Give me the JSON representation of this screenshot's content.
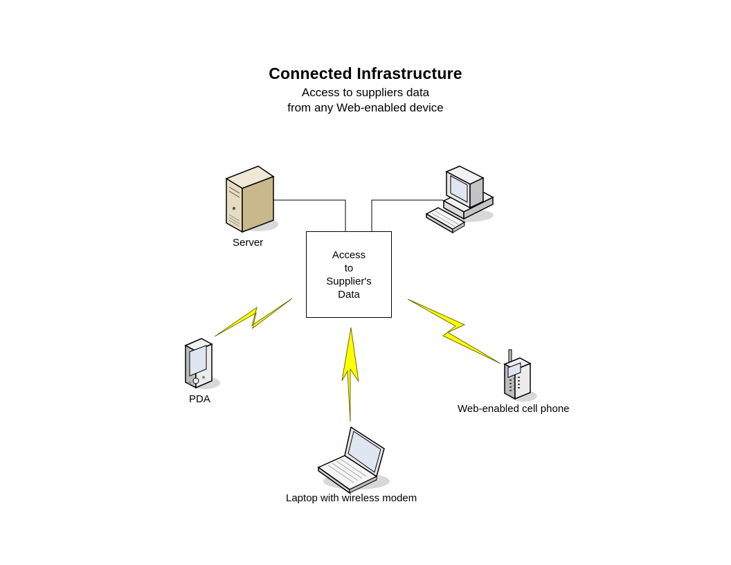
{
  "title": "Connected Infrastructure",
  "subtitle": {
    "line1": "Access to suppliers data",
    "line2": "from any Web-enabled device"
  },
  "hub": {
    "lines": [
      "Access",
      "to",
      "Supplier's",
      "Data"
    ]
  },
  "devices": {
    "server": {
      "label": "Server",
      "icon": "server-tower-icon"
    },
    "desktop": {
      "label": "",
      "icon": "desktop-computer-icon"
    },
    "pda": {
      "label": "PDA",
      "icon": "pda-icon"
    },
    "laptop": {
      "label": "Laptop with wireless modem",
      "icon": "laptop-icon"
    },
    "phone": {
      "label": "Web-enabled cell phone",
      "icon": "cell-phone-icon"
    }
  },
  "colors": {
    "lightning_fill": "#ffff00",
    "lightning_stroke": "#6b6b00",
    "server_body": "#e6dcc2",
    "server_side": "#c9b88c",
    "screen": "#dfe6f2",
    "shadow": "#d8d8d8"
  }
}
